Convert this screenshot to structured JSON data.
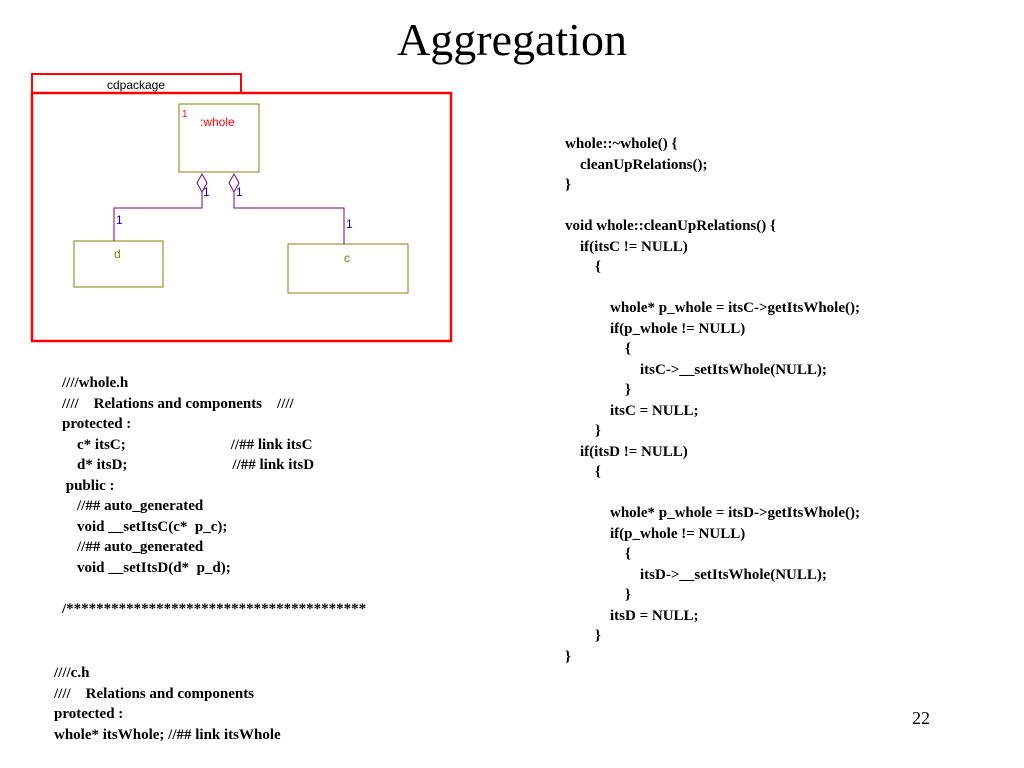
{
  "slide": {
    "title": "Aggregation",
    "page_number": "22"
  },
  "diagram": {
    "package_tab": "cdpackage",
    "whole_label": ":whole",
    "whole_multiplicity": "1",
    "d_label": "d",
    "c_label": "c",
    "left_assoc_whole_end": "1",
    "left_assoc_part_end": "1",
    "right_assoc_whole_end": "1",
    "right_assoc_part_end": "1"
  },
  "code_whole_h": [
    "////whole.h",
    "////    Relations and components    ////",
    "protected :",
    "    c* itsC;                            //## link itsC",
    "    d* itsD;                            //## link itsD",
    " public :",
    "    //## auto_generated",
    "    void __setItsC(c*  p_c);",
    "    //## auto_generated",
    "    void __setItsD(d*  p_d);",
    "",
    "/****************************************"
  ],
  "code_c_h": [
    "////c.h",
    "////    Relations and components",
    "protected :",
    "whole* itsWhole; //## link itsWhole"
  ],
  "code_cpp": [
    "whole::~whole() {",
    "    cleanUpRelations();",
    "}",
    "",
    "void whole::cleanUpRelations() {",
    "    if(itsC != NULL)",
    "        {",
    "",
    "            whole* p_whole = itsC->getItsWhole();",
    "            if(p_whole != NULL)",
    "                {",
    "                    itsC->__setItsWhole(NULL);",
    "                }",
    "            itsC = NULL;",
    "        }",
    "    if(itsD != NULL)",
    "        {",
    "",
    "            whole* p_whole = itsD->getItsWhole();",
    "            if(p_whole != NULL)",
    "                {",
    "                    itsD->__setItsWhole(NULL);",
    "                }",
    "            itsD = NULL;",
    "        }",
    "}"
  ]
}
